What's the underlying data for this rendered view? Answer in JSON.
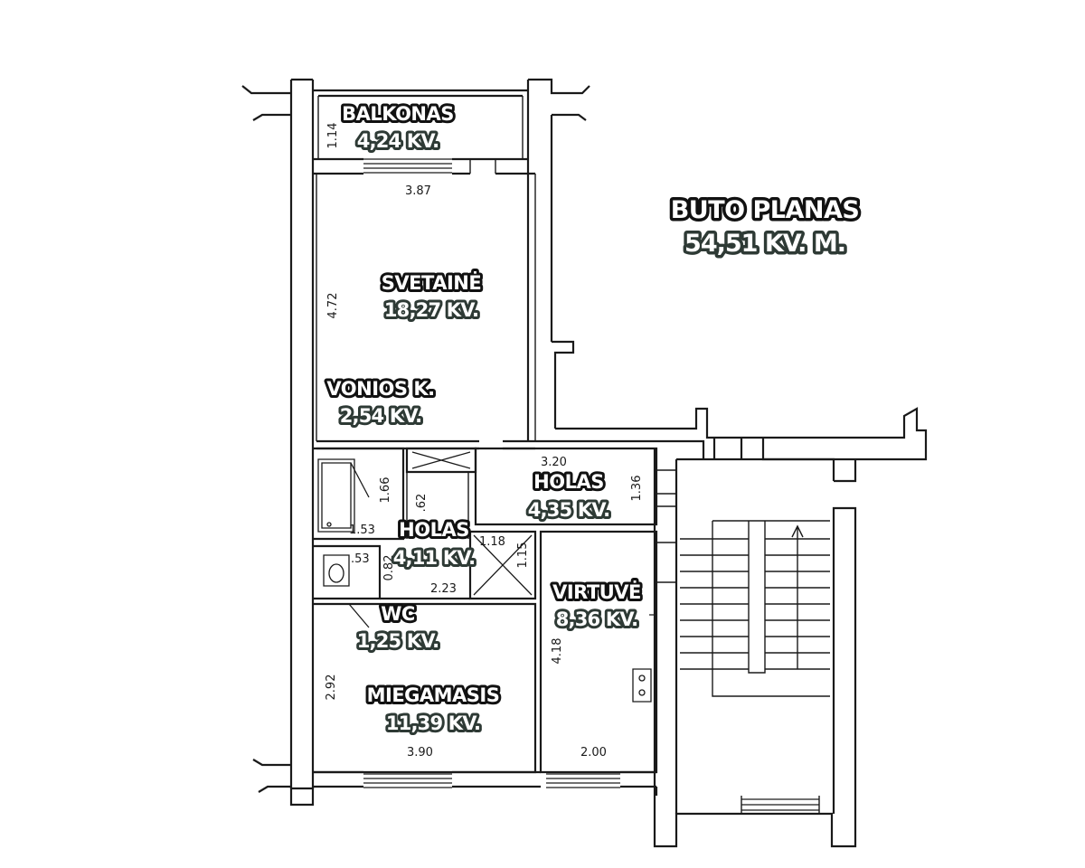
{
  "plan": {
    "title": "BUTO PLANAS",
    "total_area": "54,51 KV. M."
  },
  "rooms": [
    {
      "id": "balkonas",
      "name": "BALKONAS",
      "area": "4,24 KV."
    },
    {
      "id": "svetaine",
      "name": "SVETAINĖ",
      "area": "18,27 KV."
    },
    {
      "id": "vonios",
      "name": "VONIOS K.",
      "area": "2,54 KV."
    },
    {
      "id": "holas1",
      "name": "HOLAS",
      "area": "4,35 KV."
    },
    {
      "id": "holas2",
      "name": "HOLAS",
      "area": "4,11 KV."
    },
    {
      "id": "virtuve",
      "name": "VIRTUVĖ",
      "area": "8,36 KV."
    },
    {
      "id": "wc",
      "name": "WC",
      "area": "1,25 KV."
    },
    {
      "id": "miegamasis",
      "name": "MIEGAMASIS",
      "area": "11,39 KV."
    }
  ],
  "dimensions": {
    "balcony_depth": "1.14",
    "living_width": "3.87",
    "living_length": "4.72",
    "hall_width": "3.20",
    "hall_depth": "1.36",
    "bath_length": "1.66",
    "bath_width": "1.53",
    "closet_depth": ".62",
    "wc_width": ".53",
    "wc_depth": "0.82",
    "closet2_width": "1.18",
    "closet2_depth": "1.15",
    "hall2_width": "2.23",
    "bedroom_depth": "2.92",
    "bedroom_width": "3.90",
    "kitchen_length": "4.18",
    "kitchen_width": "2.00"
  }
}
